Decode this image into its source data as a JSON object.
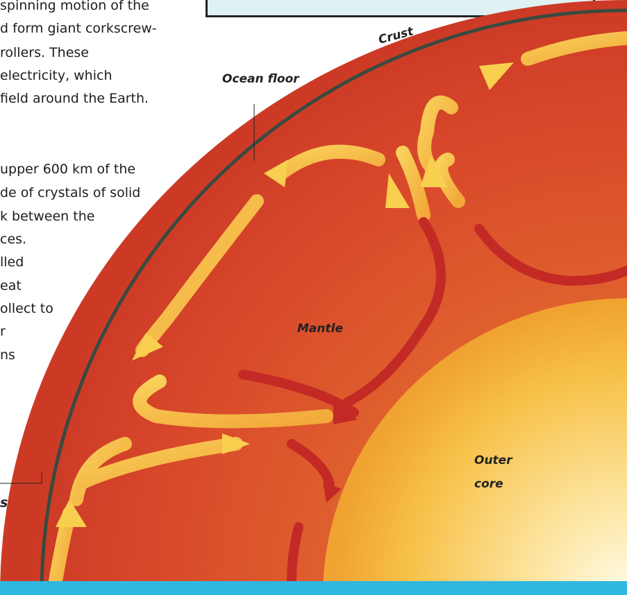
{
  "body_text": {
    "para1": [
      "spinning motion of the",
      "d form giant corkscrew-",
      "rollers. These",
      "electricity, which",
      "field around the Earth."
    ],
    "para2": [
      "upper 600 km of the",
      "de of crystals of solid",
      "k between the",
      "ces.",
      "lled",
      "eat",
      "ollect to",
      "r",
      "ns"
    ],
    "fragment": "s"
  },
  "labels": {
    "crust": "Crust",
    "ocean_floor": "Ocean floor",
    "mantle": "Mantle",
    "outer_core": [
      "Outer",
      "core"
    ]
  },
  "colors": {
    "mantle": "#d9472a",
    "core": "#f5b93a",
    "arrow_yellow": "#f8c94a",
    "arrow_red": "#c42a25",
    "crust": "#3b4a3e",
    "rock": "#9a8472",
    "accent_blue": "#2fb7e0"
  }
}
